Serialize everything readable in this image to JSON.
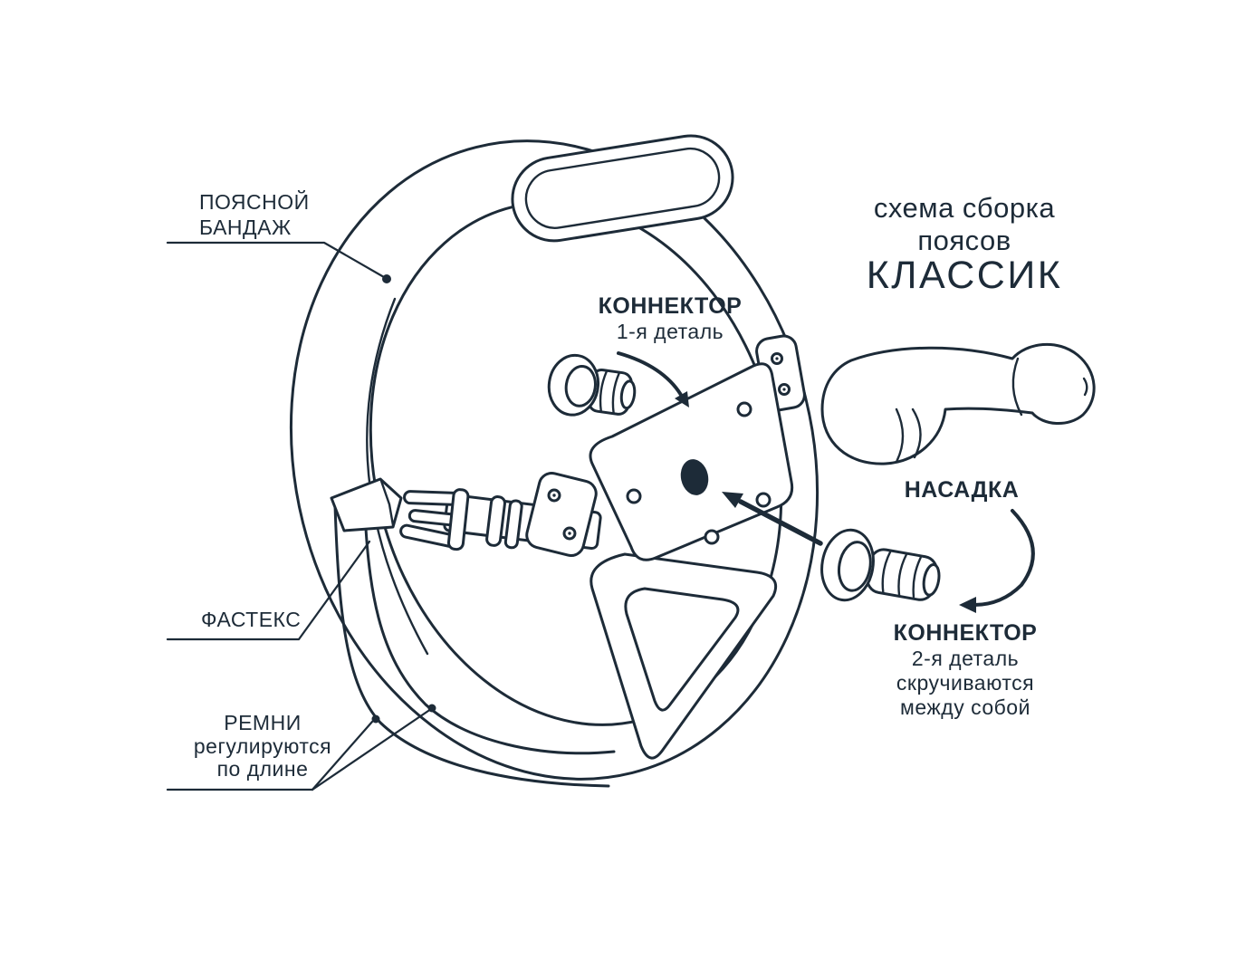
{
  "colors": {
    "ink": "#1d2b38",
    "background": "#ffffff"
  },
  "title": {
    "line1": "схема сборка",
    "line2": "поясов",
    "line3": "КЛАССИК"
  },
  "labels": {
    "waist_band": {
      "line1": "ПОЯСНОЙ",
      "line2": "БАНДАЖ"
    },
    "connector_1": {
      "name": "КОННЕКТОР",
      "detail": "1-я деталь"
    },
    "attachment": {
      "name": "НАСАДКА"
    },
    "fastex": {
      "name": "ФАСТЕКС"
    },
    "straps": {
      "line1": "РЕМНИ",
      "line2": "регулируются",
      "line3": "по длине"
    },
    "connector_2": {
      "name": "КОННЕКТОР",
      "line1": "2-я деталь",
      "line2": "скручиваются",
      "line3": "между собой"
    }
  },
  "drawing_parts": [
    "waist-bandage-belt",
    "padded-waistband",
    "center-plate",
    "fastex-buckle",
    "adjustable-leg-straps",
    "leg-strap-loop",
    "connector-part-1",
    "connector-part-2",
    "attachment-toy"
  ]
}
